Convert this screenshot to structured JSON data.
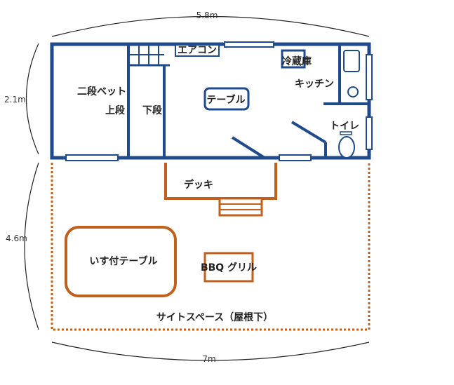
{
  "dimensions": {
    "top_width": "5.8m",
    "cabin_depth": "2.1m",
    "site_depth": "4.6m",
    "bottom_width": "7m"
  },
  "rooms": {
    "bunk_bed": "二段ベット",
    "upper_bunk": "上段",
    "lower_bunk": "下段",
    "air_conditioner": "エアコン",
    "refrigerator": "冷蔵庫",
    "kitchen": "キッチン",
    "table": "テーブル",
    "toilet": "トイレ",
    "deck": "デッキ",
    "table_with_chairs": "いす付テーブル",
    "bbq_grill": "BBQ グリル",
    "site_space": "サイトスペース（屋根下）"
  },
  "colors": {
    "wall": "#1f4a8c",
    "outdoor": "#c0601c"
  }
}
